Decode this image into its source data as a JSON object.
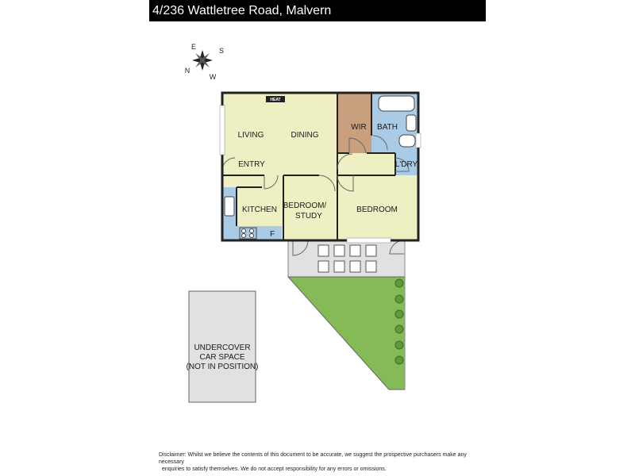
{
  "header": {
    "title": "4/236 Wattletree Road, Malvern"
  },
  "compass": {
    "n": "N",
    "e": "E",
    "s": "S",
    "w": "W",
    "icon": "compass-rose-icon"
  },
  "rooms": {
    "living": "LIVING",
    "dining": "DINING",
    "entry": "ENTRY",
    "wir": "WIR",
    "bath": "BATH",
    "ldry": "L'DRY",
    "kitchen": "KITCHEN",
    "bedroom_study_1": "BEDROOM/",
    "bedroom_study_2": "STUDY",
    "bedroom": "BEDROOM",
    "fridge": "F",
    "heat": "HEAT"
  },
  "carspace": {
    "line1": "UNDERCOVER",
    "line2": "CAR SPACE",
    "line3": "(NOT IN POSITION)"
  },
  "disclaimer": {
    "line1": "Disclaimer: Whilst we believe the contents of this document to be accurate, we suggest the prospective purchasers make any necessary",
    "line2": "enquiries to satisfy themselves. We do not accept responsibility for any errors or omissions."
  },
  "colors": {
    "living_area": "#efefc4",
    "wir": "#c9a07e",
    "wet_area": "#a9cbe6",
    "garden": "#84bb57",
    "paving": "#e1e1e1",
    "carspace": "#e1e1e1",
    "walls": "#222222"
  }
}
